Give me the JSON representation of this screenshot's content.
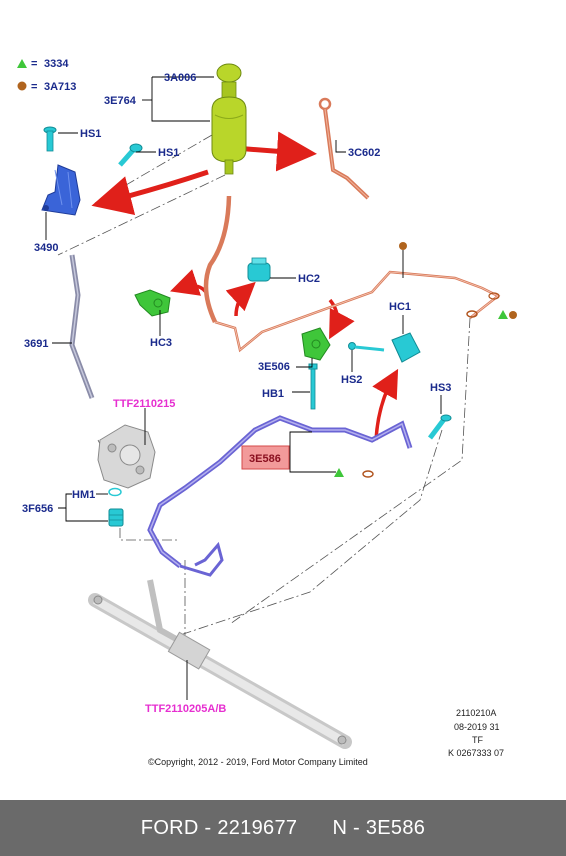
{
  "legend": {
    "green_marker_value": "3334",
    "brown_marker_value": "3A713",
    "equals": "="
  },
  "labels": {
    "reservoir_cap": "3A006",
    "reservoir": "3E764",
    "bolt_top": "HS1",
    "bolt_bracket": "HS1",
    "cooler_pipe": "3C602",
    "bracket": "3490",
    "return_hose": "3691",
    "tensioner_ref": "TTF2110215",
    "clip_hc2": "HC2",
    "clip_hc1": "HC1",
    "clip_hc3": "HC3",
    "pressure_clip": "3E506",
    "bolt_hs2": "HS2",
    "bolt_hb1": "HB1",
    "bolt_hs3": "HS3",
    "pressure_hose": "3E586",
    "oring": "HM1",
    "pump_fitting": "3F656",
    "steering_gear_ref": "TTF2110205A/B"
  },
  "meta": {
    "code": "2110210A",
    "date": "08-2019 31",
    "tf": "TF",
    "k": "K 0267333 07"
  },
  "copyright": "©Copyright, 2012 - 2019, Ford Motor Company Limited",
  "footer": {
    "brand": "FORD - 2219677",
    "part": "N - 3E586"
  },
  "colors": {
    "label_blue": "#1a2a8c",
    "ref_pink": "#e62fd0",
    "highlight_box": "#f29a9a",
    "arrow_red": "#e0201a",
    "reservoir_green": "#b9d62a",
    "clip_green": "#3fc63a",
    "part_cyan": "#28c9d4",
    "bracket_blue": "#3a64d8",
    "hose_violet": "#6a64d4",
    "pipe_copper": "#d97a5a",
    "footer_bg": "#6a6a6a"
  }
}
